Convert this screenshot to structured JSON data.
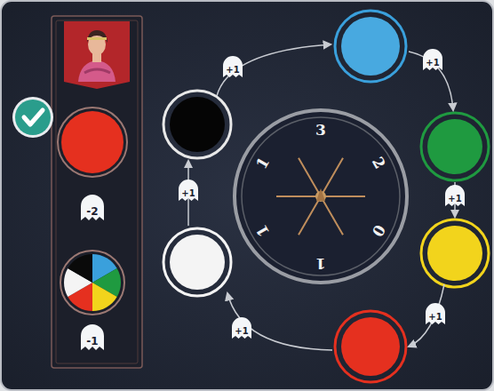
{
  "diagram": {
    "labels": [
      "-2",
      "-1",
      "+1",
      "+1",
      "+1",
      "+1",
      "+1",
      "+1",
      "3",
      "2",
      "0",
      "1",
      "1",
      "1"
    ]
  }
}
